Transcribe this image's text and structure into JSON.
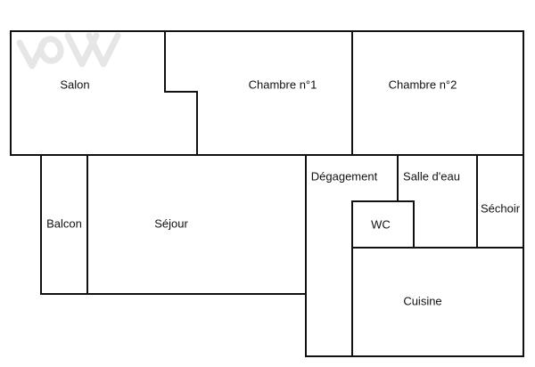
{
  "rooms": {
    "salon": "Salon",
    "chambre1": "Chambre n°1",
    "chambre2": "Chambre n°2",
    "balcon": "Balcon",
    "sejour": "Séjour",
    "degagement": "Dégagement",
    "salle_eau": "Salle d'eau",
    "sechoir": "Séchoir",
    "wc": "WC",
    "cuisine": "Cuisine"
  }
}
